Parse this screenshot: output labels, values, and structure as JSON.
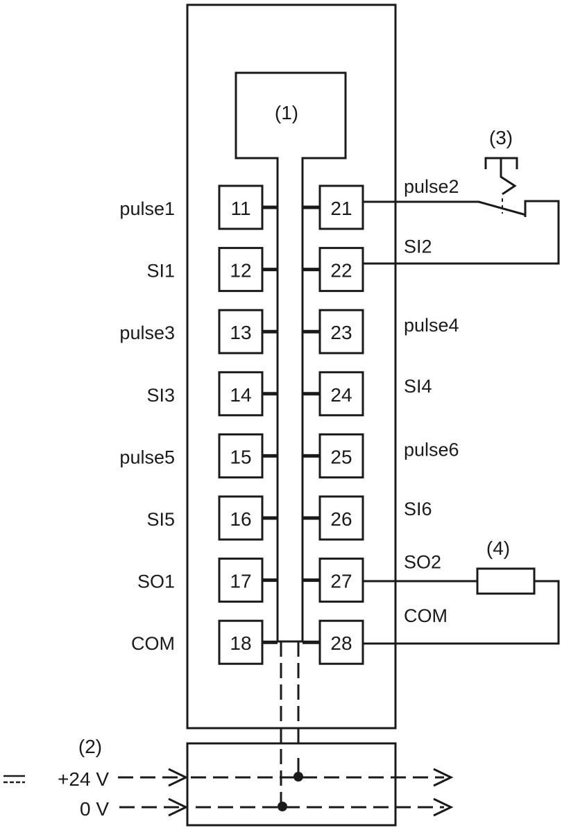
{
  "callouts": {
    "module": "(1)",
    "supply": "(2)",
    "switch": "(3)",
    "load": "(4)"
  },
  "left_terminals": [
    {
      "number": "11",
      "label": "pulse1"
    },
    {
      "number": "12",
      "label": "SI1"
    },
    {
      "number": "13",
      "label": "pulse3"
    },
    {
      "number": "14",
      "label": "SI3"
    },
    {
      "number": "15",
      "label": "pulse5"
    },
    {
      "number": "16",
      "label": "SI5"
    },
    {
      "number": "17",
      "label": "SO1"
    },
    {
      "number": "18",
      "label": "COM"
    }
  ],
  "right_terminals": [
    {
      "number": "21",
      "label": "pulse2"
    },
    {
      "number": "22",
      "label": "SI2"
    },
    {
      "number": "23",
      "label": "pulse4"
    },
    {
      "number": "24",
      "label": "SI4"
    },
    {
      "number": "25",
      "label": "pulse6"
    },
    {
      "number": "26",
      "label": "SI6"
    },
    {
      "number": "27",
      "label": "SO2"
    },
    {
      "number": "28",
      "label": "COM"
    }
  ],
  "supply": {
    "plus": "+24 V",
    "zero": "0 V"
  }
}
